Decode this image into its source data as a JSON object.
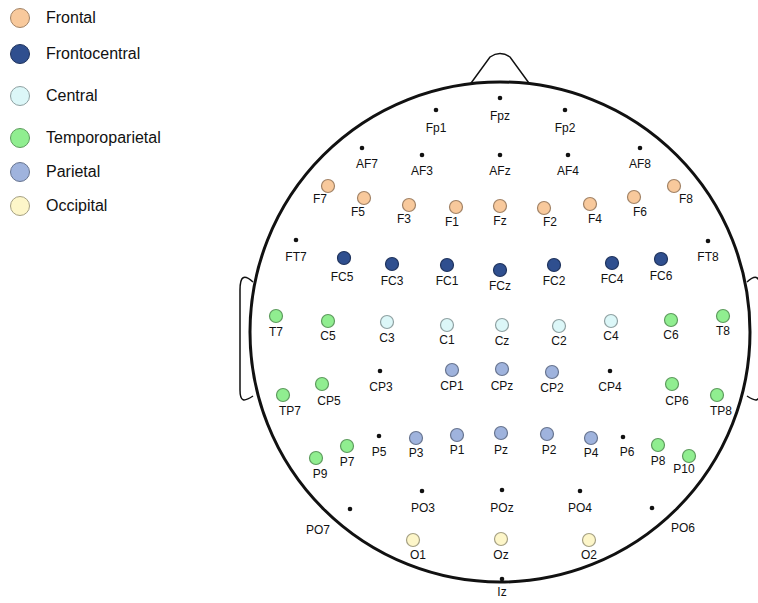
{
  "diagram": {
    "labels": [
      "Fp1",
      "Fpz",
      "Fp2",
      "AF7",
      "AF3",
      "AFz",
      "AF4",
      "AF8",
      "F7",
      "F5",
      "F3",
      "F1",
      "Fz",
      "F2",
      "F4",
      "F6",
      "F8",
      "FT7",
      "FC5",
      "FC3",
      "FC1",
      "FCz",
      "FC2",
      "FC4",
      "FC6",
      "FT8",
      "T7",
      "C5",
      "C3",
      "C1",
      "Cz",
      "C2",
      "C4",
      "C6",
      "T8",
      "CP3",
      "CP1",
      "CPz",
      "CP2",
      "CP4",
      "TP7",
      "CP5",
      "CP6",
      "TP8",
      "P9",
      "P7",
      "P5",
      "P3",
      "P1",
      "Pz",
      "P2",
      "P4",
      "P6",
      "P8",
      "P10",
      "PO7",
      "PO3",
      "POz",
      "PO4",
      "PO6",
      "O1",
      "Oz",
      "O2",
      "Iz"
    ],
    "legend": [
      {
        "text": "Frontal",
        "color": "#f8c99c"
      },
      {
        "text": "Frontocentral",
        "color": "#2f4f8f"
      },
      {
        "text": "Central",
        "color": "#dcf7f8"
      },
      {
        "text": "Temporoparietal",
        "color": "#90ee90"
      },
      {
        "text": "Parietal",
        "color": "#9fb3dd"
      },
      {
        "text": "Occipital",
        "color": "#fdf6c9"
      }
    ]
  }
}
